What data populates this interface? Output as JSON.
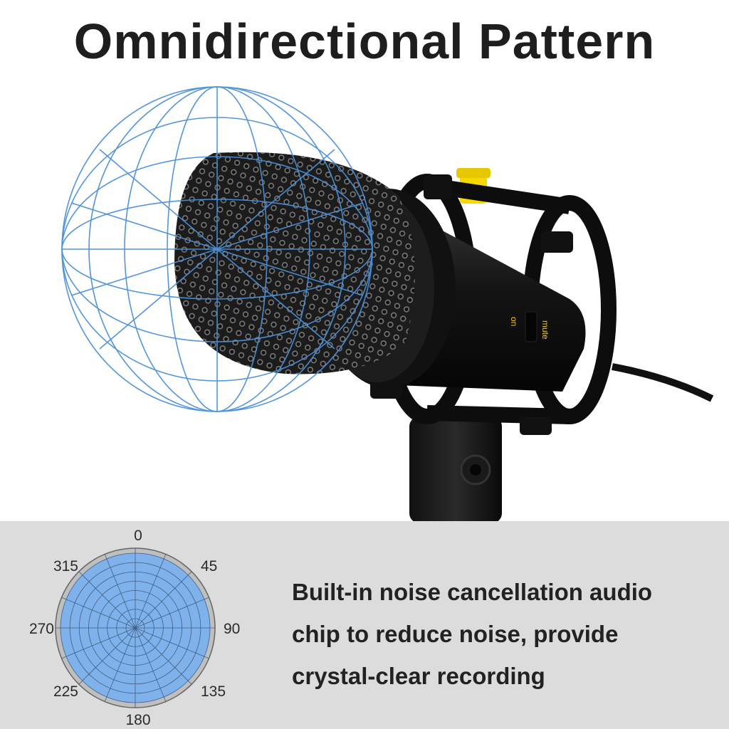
{
  "header": {
    "title": "Omnidirectional Pattern"
  },
  "product": {
    "switch_on_label": "on",
    "switch_mute_label": "mute",
    "pattern_color": "#4a90d9",
    "cap_color": "#f5d800"
  },
  "polar_pattern": {
    "angles": [
      "0",
      "45",
      "90",
      "135",
      "180",
      "225",
      "270",
      "315"
    ],
    "fill_color": "#7fb2ea"
  },
  "description": {
    "lines": [
      "Built-in noise cancellation audio",
      "chip to reduce noise, provide",
      "crystal-clear recording"
    ]
  }
}
